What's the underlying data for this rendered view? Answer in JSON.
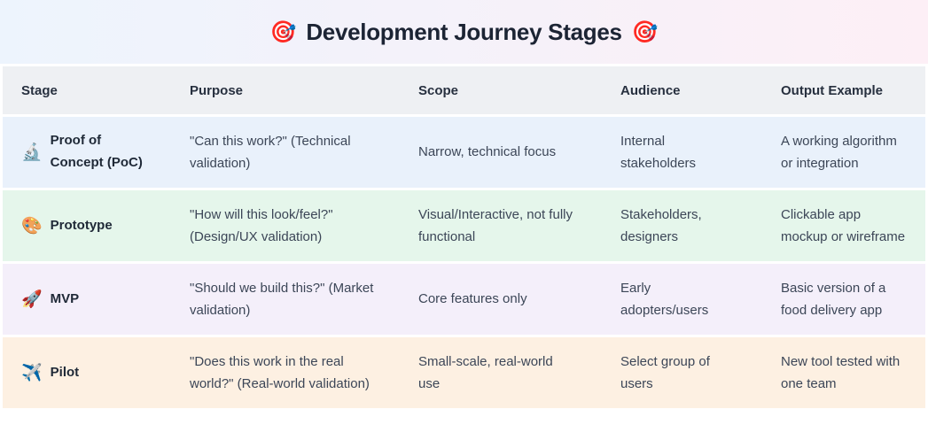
{
  "title": {
    "emoji": "🎯",
    "text": "Development Journey Stages"
  },
  "table": {
    "columns": [
      "Stage",
      "Purpose",
      "Scope",
      "Audience",
      "Output Example"
    ],
    "rows": [
      {
        "icon": "🔬",
        "stage": "Proof of Concept (PoC)",
        "purpose": "\"Can this work?\" (Technical validation)",
        "scope": "Narrow, technical focus",
        "audience": "Internal stakeholders",
        "output": "A working algorithm or integration",
        "bg": "#e9f1fb"
      },
      {
        "icon": "🎨",
        "stage": "Prototype",
        "purpose": "\"How will this look/feel?\" (Design/UX validation)",
        "scope": "Visual/Interactive, not fully functional",
        "audience": "Stakeholders, designers",
        "output": "Clickable app mockup or wireframe",
        "bg": "#e5f6eb"
      },
      {
        "icon": "🚀",
        "stage": "MVP",
        "purpose": "\"Should we build this?\" (Market validation)",
        "scope": "Core features only",
        "audience": "Early adopters/users",
        "output": "Basic version of a food delivery app",
        "bg": "#f4effa"
      },
      {
        "icon": "✈️",
        "stage": "Pilot",
        "purpose": "\"Does this work in the real world?\" (Real-world validation)",
        "scope": "Small-scale, real-world use",
        "audience": "Select group of users",
        "output": "New tool tested with one team",
        "bg": "#fdf0e2"
      }
    ]
  },
  "colors": {
    "banner_gradient_left": "#edf4fd",
    "banner_gradient_right": "#fdeff6",
    "header_bg": "#eef0f3",
    "row_poc_bg": "#e9f1fb",
    "row_prototype_bg": "#e5f6eb",
    "row_mvp_bg": "#f4effa",
    "row_pilot_bg": "#fdf0e2",
    "title_text": "#1c2434",
    "body_text": "#3c4657"
  }
}
